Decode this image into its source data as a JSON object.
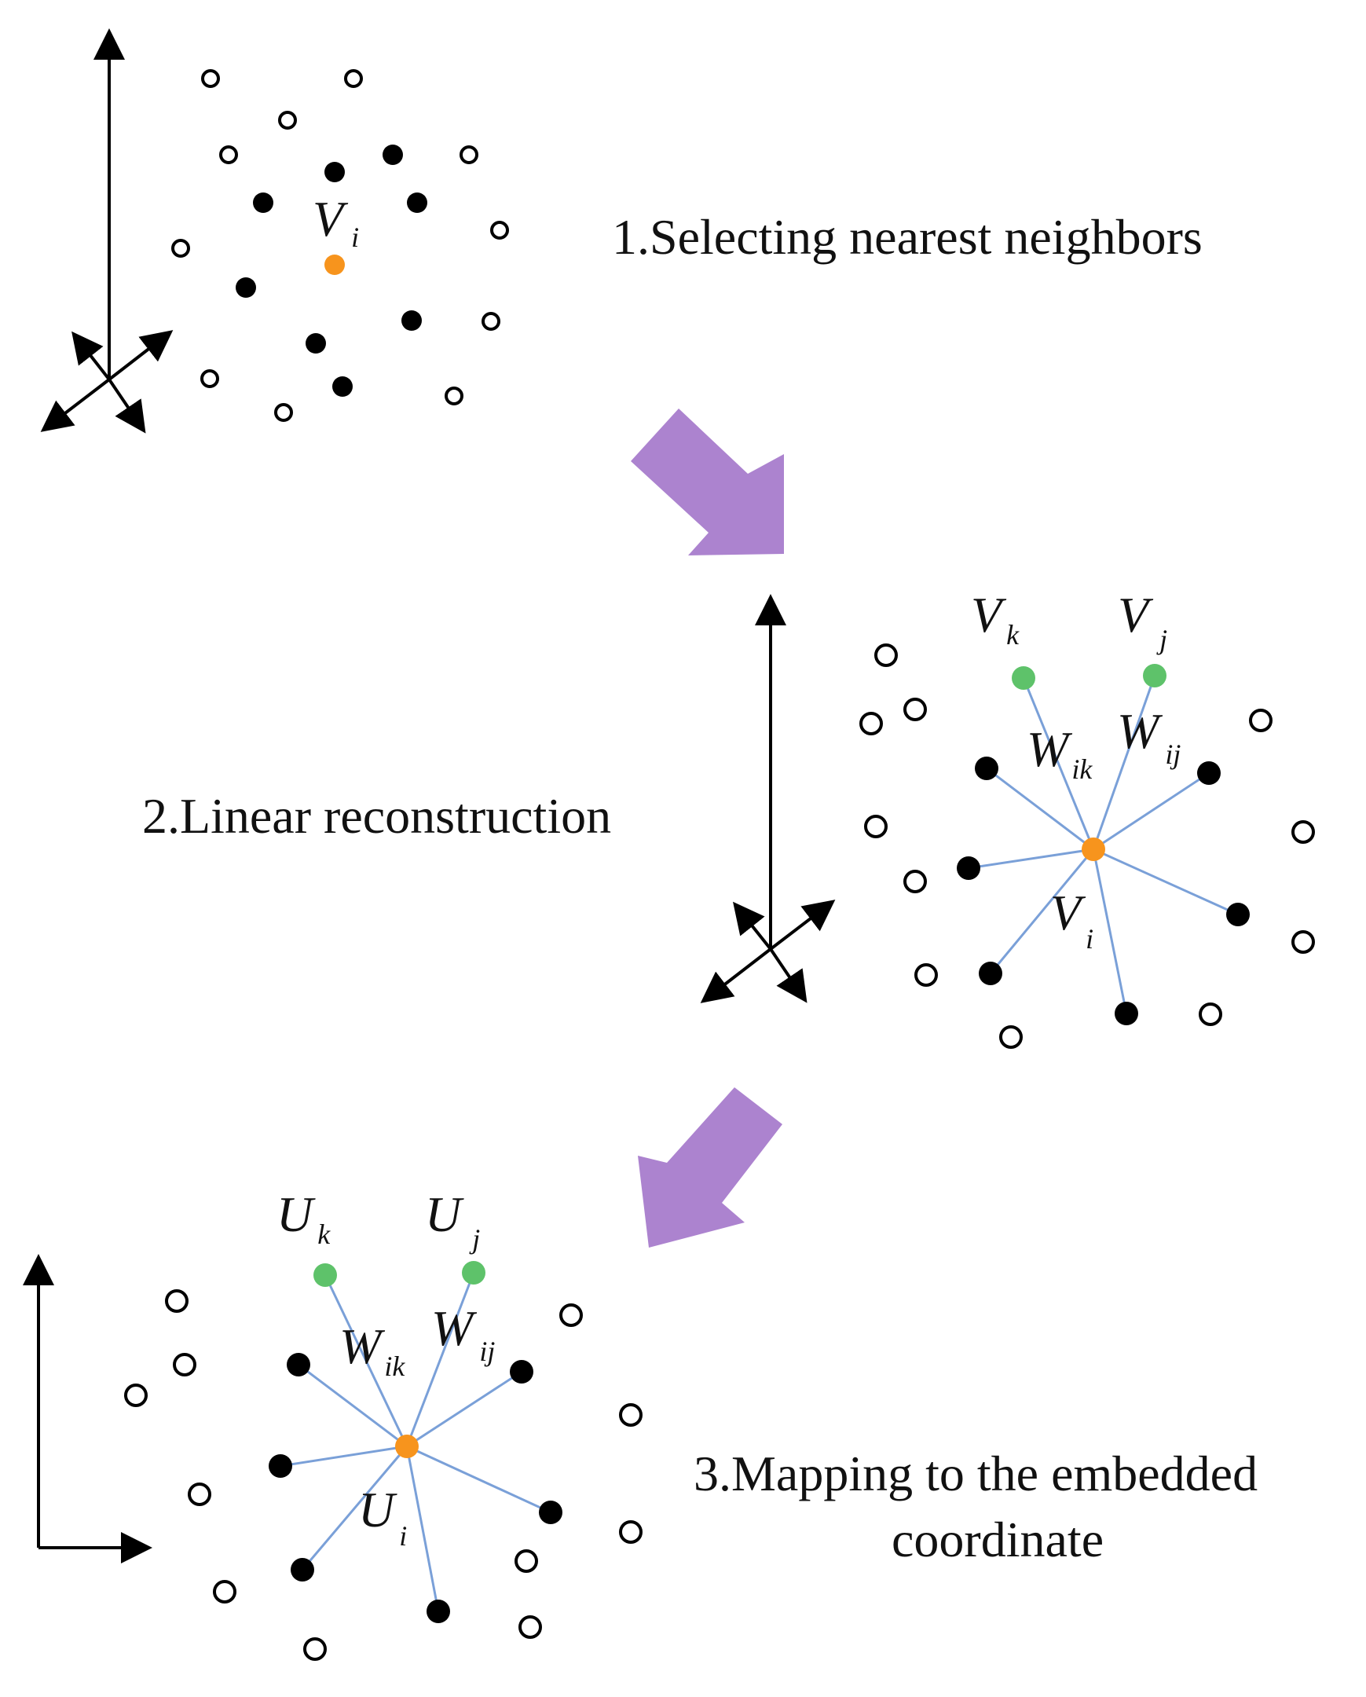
{
  "steps": {
    "step1": "1.Selecting nearest neighbors",
    "step2": "2.Linear reconstruction",
    "step3_line1": "3.Mapping to the embedded",
    "step3_line2": "coordinate"
  },
  "panel1": {
    "center": {
      "main": "V",
      "sub": "i"
    }
  },
  "panel2": {
    "center": {
      "main": "V",
      "sub": "i"
    },
    "neighbor_k": {
      "main": "V",
      "sub": "k"
    },
    "neighbor_j": {
      "main": "V",
      "sub": "j"
    },
    "weight_ik": {
      "main": "W",
      "sub": "ik"
    },
    "weight_ij": {
      "main": "W",
      "sub": "ij"
    }
  },
  "panel3": {
    "center": {
      "main": "U",
      "sub": "i"
    },
    "neighbor_k": {
      "main": "U",
      "sub": "k"
    },
    "neighbor_j": {
      "main": "U",
      "sub": "j"
    },
    "weight_ik": {
      "main": "W",
      "sub": "ik"
    },
    "weight_ij": {
      "main": "W",
      "sub": "ij"
    }
  },
  "colors": {
    "center_point": "#f7941d",
    "reconstruction_neighbor": "#5ec26a",
    "edge": "#7aa0d8",
    "flow_arrow": "#ac83cf",
    "neighbor_point": "#000000",
    "non_neighbor_point": "#ffffff"
  }
}
